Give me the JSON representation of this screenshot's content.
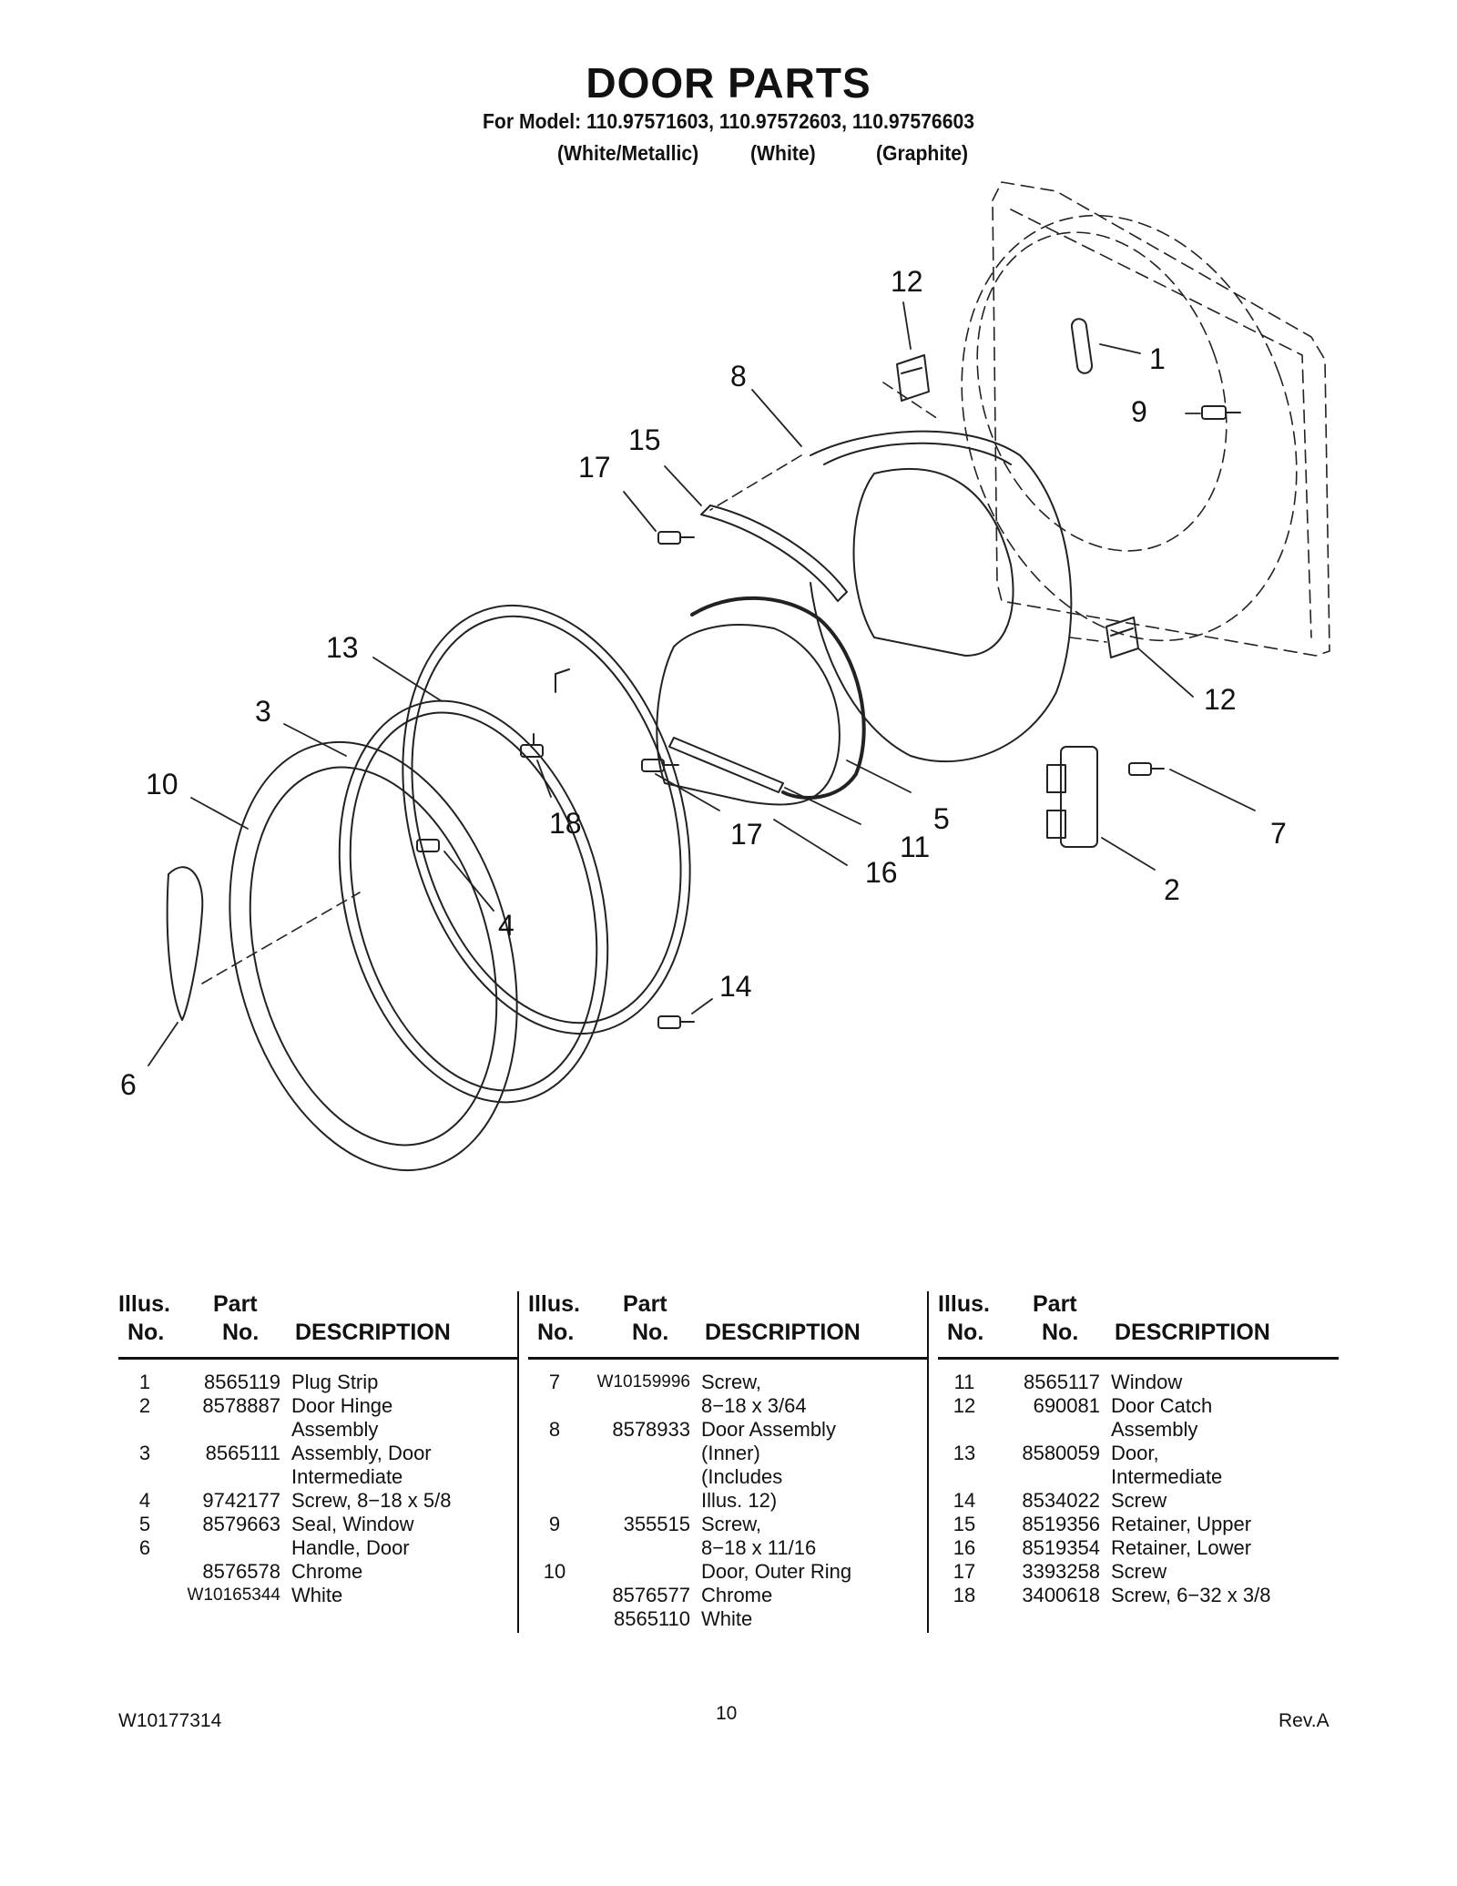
{
  "header": {
    "title": "DOOR PARTS",
    "models_line": "For Model: 110.97571603, 110.97572603, 110.97576603",
    "variants": [
      "(White/Metallic)",
      "(White)",
      "(Graphite)"
    ]
  },
  "callouts": [
    "12",
    "1",
    "9",
    "8",
    "15",
    "17",
    "13",
    "3",
    "10",
    "18",
    "4",
    "17",
    "11",
    "16",
    "5",
    "12",
    "7",
    "2",
    "14",
    "6"
  ],
  "table": {
    "headers": {
      "illus_1": "Illus.",
      "illus_2": "No.",
      "part_1": "Part",
      "part_2": "No.",
      "desc": "DESCRIPTION"
    },
    "columns": [
      [
        {
          "illus": "1",
          "part": "8565119",
          "desc": "Plug Strip"
        },
        {
          "illus": "2",
          "part": "8578887",
          "desc": "Door Hinge"
        },
        {
          "illus": "",
          "part": "",
          "desc": "Assembly"
        },
        {
          "illus": "3",
          "part": "8565111",
          "desc": "Assembly, Door"
        },
        {
          "illus": "",
          "part": "",
          "desc": "Intermediate"
        },
        {
          "illus": "4",
          "part": "9742177",
          "desc": "Screw, 8−18 x 5/8"
        },
        {
          "illus": "5",
          "part": "8579663",
          "desc": "Seal, Window"
        },
        {
          "illus": "6",
          "part": "",
          "desc": "Handle, Door"
        },
        {
          "illus": "",
          "part": "8576578",
          "desc": "Chrome"
        },
        {
          "illus": "",
          "part": "W10165344",
          "desc": "White"
        }
      ],
      [
        {
          "illus": "7",
          "part": "W10159996",
          "desc": "Screw,"
        },
        {
          "illus": "",
          "part": "",
          "desc": "8−18 x 3/64"
        },
        {
          "illus": "8",
          "part": "8578933",
          "desc": "Door Assembly"
        },
        {
          "illus": "",
          "part": "",
          "desc": "(Inner)"
        },
        {
          "illus": "",
          "part": "",
          "desc": "(Includes"
        },
        {
          "illus": "",
          "part": "",
          "desc": " Illus. 12)"
        },
        {
          "illus": "9",
          "part": "355515",
          "desc": "Screw,"
        },
        {
          "illus": "",
          "part": "",
          "desc": "8−18 x 11/16"
        },
        {
          "illus": "10",
          "part": "",
          "desc": "Door, Outer Ring"
        },
        {
          "illus": "",
          "part": "8576577",
          "desc": "Chrome"
        },
        {
          "illus": "",
          "part": "8565110",
          "desc": "White"
        }
      ],
      [
        {
          "illus": "11",
          "part": "8565117",
          "desc": "Window"
        },
        {
          "illus": "12",
          "part": "690081",
          "desc": "Door Catch"
        },
        {
          "illus": "",
          "part": "",
          "desc": "Assembly"
        },
        {
          "illus": "13",
          "part": "8580059",
          "desc": "Door,"
        },
        {
          "illus": "",
          "part": "",
          "desc": "Intermediate"
        },
        {
          "illus": "14",
          "part": "8534022",
          "desc": "Screw"
        },
        {
          "illus": "15",
          "part": "8519356",
          "desc": "Retainer, Upper"
        },
        {
          "illus": "16",
          "part": "8519354",
          "desc": "Retainer, Lower"
        },
        {
          "illus": "17",
          "part": "3393258",
          "desc": "Screw"
        },
        {
          "illus": "18",
          "part": "3400618",
          "desc": "Screw, 6−32 x 3/8"
        }
      ]
    ]
  },
  "footer": {
    "doc_number": "W10177314",
    "page": "10",
    "revision": "Rev.A"
  }
}
